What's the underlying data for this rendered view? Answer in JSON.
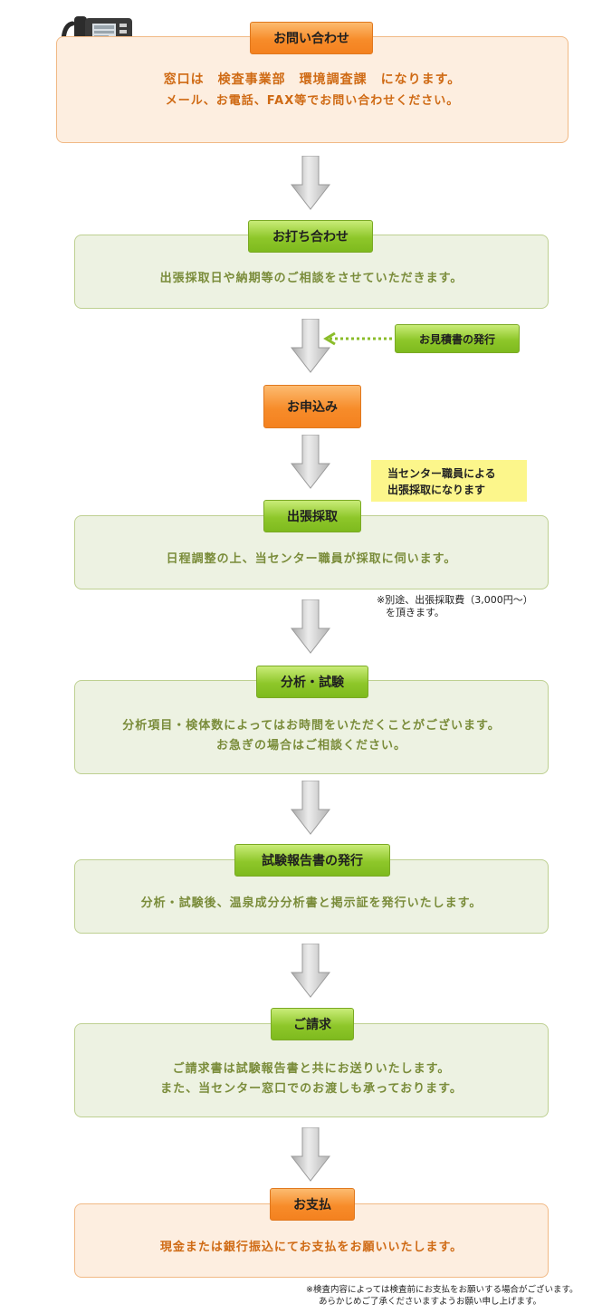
{
  "steps": [
    {
      "label": "お問い合わせ",
      "color": "orange",
      "lines": [
        "窓口は　検査事業部　環境調査課　になります。",
        "メール、お電話、FAX等でお問い合わせください。"
      ]
    },
    {
      "label": "お打ち合わせ",
      "color": "green",
      "lines": [
        "出張採取日や納期等のご相談をさせていただきます。"
      ]
    },
    {
      "label": "お申込み",
      "color": "orange",
      "lines": []
    },
    {
      "label": "出張採取",
      "color": "green",
      "lines": [
        "日程調整の上、当センター職員が採取に伺います。"
      ]
    },
    {
      "label": "分析・試験",
      "color": "green",
      "lines": [
        "分析項目・検体数によってはお時間をいただくことがございます。",
        "お急ぎの場合はご相談ください。"
      ]
    },
    {
      "label": "試験報告書の発行",
      "color": "green",
      "lines": [
        "分析・試験後、温泉成分分析書と掲示証を発行いたします。"
      ]
    },
    {
      "label": "ご請求",
      "color": "green",
      "lines": [
        "ご請求書は試験報告書と共にお送りいたします。",
        "また、当センター窓口でのお渡しも承っております。"
      ]
    },
    {
      "label": "お支払",
      "color": "orange",
      "lines": [
        "現金または銀行振込にてお支払をお願いいたします。"
      ]
    }
  ],
  "side": {
    "estimate_label": "お見積書の発行",
    "staff_note": [
      "当センター職員による",
      "出張採取になります"
    ],
    "fee_note": [
      "※別途、出張採取費（3,000円〜）",
      "を頂きます。"
    ]
  },
  "footer": [
    "※検査内容によっては検査前にお支払をお願いする場合がございます。",
    "あらかじめご了承くださいますようお願い申し上げます。"
  ],
  "colors": {
    "orange_box_bg": "#fdeee0",
    "green_box_bg": "#edf2e2",
    "orange_label": "#f78c2a",
    "green_label": "#8ec72a",
    "green_text": "#7a8c3a",
    "orange_text": "#cf6a14",
    "note_yellow": "#fcf68b"
  },
  "icons": [
    "phone-icon",
    "down-arrow-icon",
    "dotted-left-arrow-icon"
  ]
}
